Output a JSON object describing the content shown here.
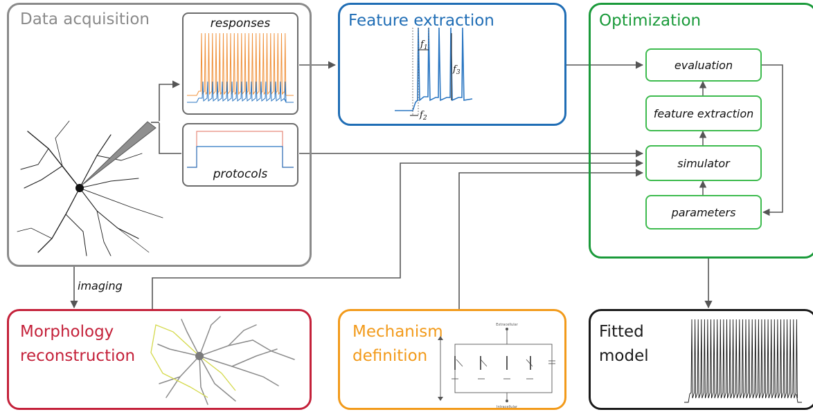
{
  "panels": {
    "data_acquisition": {
      "title": "Data acquisition",
      "color": "#8a8a8a"
    },
    "feature_extraction": {
      "title": "Feature extraction",
      "color": "#1f6db5"
    },
    "optimization": {
      "title": "Optimization",
      "color": "#1a9a3a"
    },
    "morphology": {
      "title_line1": "Morphology",
      "title_line2": "reconstruction",
      "color": "#c4213a"
    },
    "mechanism": {
      "title_line1": "Mechanism",
      "title_line2": "definition",
      "color": "#f29a1a"
    },
    "fitted": {
      "title_line1": "Fitted",
      "title_line2": "model",
      "color": "#1a1a1a"
    }
  },
  "inner_boxes": {
    "responses": "responses",
    "protocols": "protocols"
  },
  "features": {
    "f1": "f",
    "f1_sub": "1",
    "f2": "f",
    "f2_sub": "2",
    "f3": "f",
    "f3_sub": "3"
  },
  "optimization_steps": {
    "evaluation": "evaluation",
    "feature_extraction": "feature extraction",
    "simulator": "simulator",
    "parameters": "parameters"
  },
  "edge_labels": {
    "imaging": "imaging"
  },
  "circuit": {
    "extracellular": "Extracellular",
    "intracellular": "Intracellular"
  },
  "colors": {
    "arrow": "#555555",
    "trace_orange": "#f0913a",
    "trace_blue": "#2a76c2",
    "protocol_red": "#e6897a",
    "morph_yellow": "#d4d94a"
  }
}
